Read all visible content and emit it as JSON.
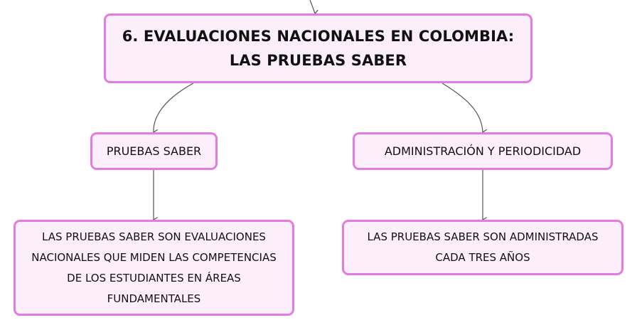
{
  "diagram": {
    "main_topic": "6. EVALUACIONES NACIONALES EN COLOMBIA: LAS PRUEBAS SABER",
    "branches": [
      {
        "label": "PRUEBAS SABER",
        "detail": "LAS PRUEBAS SABER SON EVALUACIONES NACIONALES QUE MIDEN LAS COMPETENCIAS DE LOS ESTUDIANTES EN ÁREAS FUNDAMENTALES"
      },
      {
        "label": "ADMINISTRACIÓN Y PERIODICIDAD",
        "detail": "LAS PRUEBAS SABER SON ADMINISTRADAS CADA TRES AÑOS"
      }
    ]
  },
  "colors": {
    "node_border": "#e37ce0",
    "node_fill": "#fdeefb",
    "connector": "#555555",
    "text": "#111111"
  }
}
